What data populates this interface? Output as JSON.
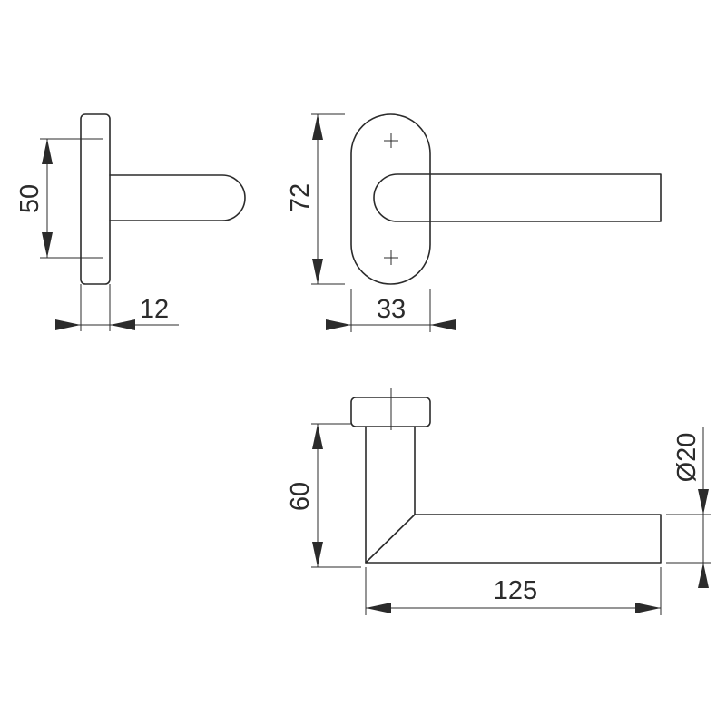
{
  "dimensions": {
    "rose_height": "50",
    "rose_thickness": "12",
    "escutcheon_height": "72",
    "escutcheon_width": "33",
    "lever_projection": "60",
    "lever_length": "125",
    "lever_diameter": "Ø20"
  },
  "colors": {
    "ink": "#2b2b2b",
    "background": "#ffffff"
  }
}
